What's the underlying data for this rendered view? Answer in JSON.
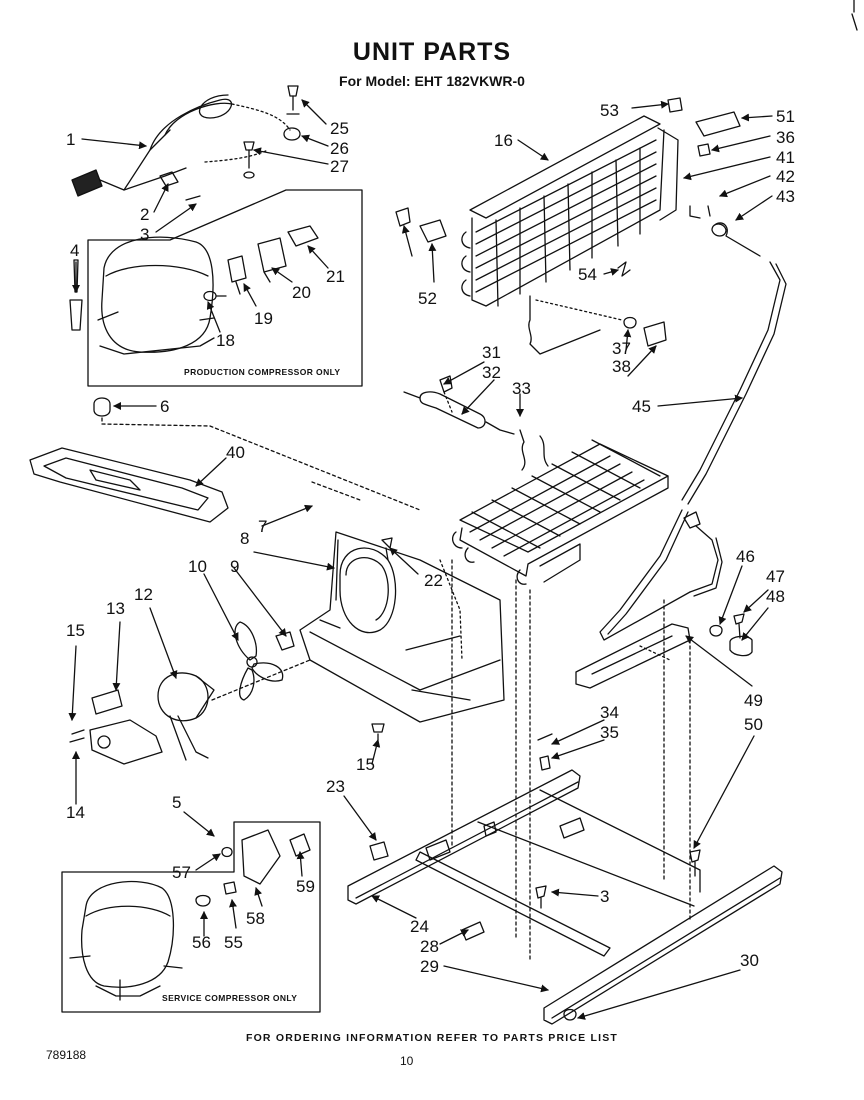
{
  "header": {
    "title": "UNIT PARTS",
    "model": "For Model: EHT 182VKWR-0"
  },
  "boxes": {
    "production": "PRODUCTION COMPRESSOR ONLY",
    "service": "SERVICE COMPRESSOR ONLY"
  },
  "footer": {
    "ordering": "FOR ORDERING INFORMATION REFER TO PARTS PRICE LIST",
    "code": "789188",
    "page": "10"
  },
  "callouts": [
    "1",
    "2",
    "3",
    "4",
    "25",
    "26",
    "27",
    "21",
    "20",
    "19",
    "18",
    "6",
    "40",
    "7",
    "8",
    "22",
    "9",
    "10",
    "12",
    "13",
    "15",
    "14",
    "5",
    "57",
    "59",
    "58",
    "55",
    "56",
    "16",
    "53",
    "51",
    "36",
    "41",
    "42",
    "43",
    "54",
    "52",
    "37",
    "38",
    "45",
    "31",
    "32",
    "33",
    "46",
    "47",
    "48",
    "49",
    "50",
    "34",
    "35",
    "15",
    "23",
    "3",
    "24",
    "28",
    "29",
    "30"
  ]
}
